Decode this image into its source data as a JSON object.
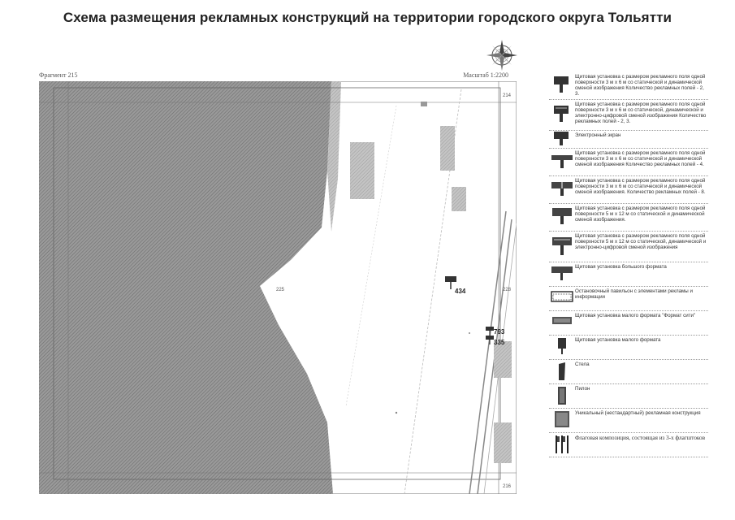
{
  "title": "Схема размещения рекламных конструкций на территории городского округа Тольятти",
  "map": {
    "fragment_label": "Фрагмент 215",
    "scale_label": "Масштаб 1:2200",
    "grid_labels": [
      "214",
      "216",
      "225",
      "228"
    ],
    "markers": [
      {
        "id": "434"
      },
      {
        "id": "793"
      },
      {
        "id": "335"
      }
    ]
  },
  "legend": [
    {
      "symbol": "billboard-3x6-icon",
      "text": "Щитовая установка с размером рекламного поля одной поверхности 3 м х 6 м со статической и динамической сменой изображения Количество рекламных полей - 2, 3."
    },
    {
      "symbol": "billboard-3x6-digital-icon",
      "text": "Щитовая установка с размером рекламного поля одной поверхности 3 м х 6 м со статической, динамической и электронно-цифровой сменой изображения Количество рекламных полей - 2, 3."
    },
    {
      "symbol": "electronic-screen-icon",
      "text": "Электронный экран"
    },
    {
      "symbol": "billboard-4-fields-icon",
      "text": "Щитовая установка с размером рекламного поля одной поверхности 3 м х 6 м со статической и динамической сменой изображения Количество рекламных полей - 4."
    },
    {
      "symbol": "billboard-8-fields-icon",
      "text": "Щитовая установка с размером рекламного поля одной поверхности 3 м х 6 м со статической и динамической сменой изображения. Количество рекламных полей - 8."
    },
    {
      "symbol": "billboard-5x12-icon",
      "text": "Щитовая установка с размером рекламного поля одной поверхности 5 м х 12 м со статической и динамической сменой изображения."
    },
    {
      "symbol": "billboard-5x12-digital-icon",
      "text": "Щитовая установка с размером рекламного поля одной поверхности 5 м х 12 м со статической, динамической и электронно-цифровой сменой изображения"
    },
    {
      "symbol": "large-format-icon",
      "text": "Щитовая установка большого формата"
    },
    {
      "symbol": "pavilion-icon",
      "text": "Остановочный павильон с элементами рекламы и информации"
    },
    {
      "symbol": "city-format-icon",
      "text": "Щитовая установка малого формата \"Формат сити\""
    },
    {
      "symbol": "small-format-icon",
      "text": "Щитовая установка малого формата"
    },
    {
      "symbol": "stele-icon",
      "text": "Стела"
    },
    {
      "symbol": "pylon-icon",
      "text": "Пилон"
    },
    {
      "symbol": "unique-structure-icon",
      "text": "Уникальный (нестандартный) рекламная конструкция"
    },
    {
      "symbol": "flag-composition-icon",
      "text": "Флаговая композиция, состоящая из 3-х флагштоков"
    }
  ]
}
